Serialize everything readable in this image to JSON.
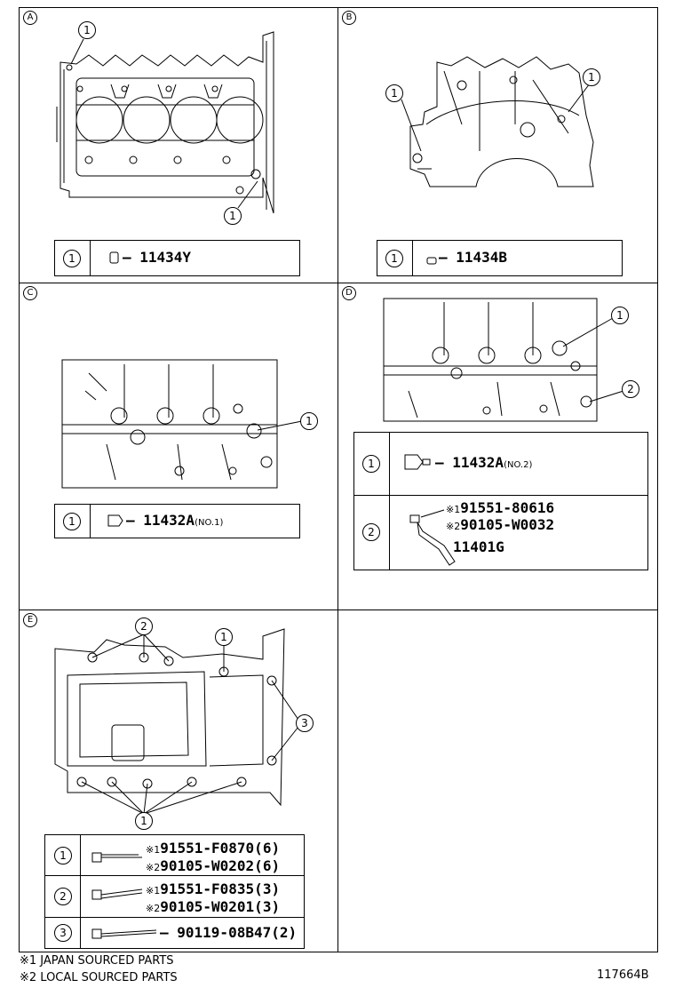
{
  "sections": {
    "A": {
      "letter": "A",
      "callout": "1",
      "part": "11434Y"
    },
    "B": {
      "letter": "B",
      "callout": "1",
      "part": "11434B"
    },
    "C": {
      "letter": "C",
      "callout": "1",
      "part": "11432A",
      "note": "(NO.1)"
    },
    "D": {
      "letter": "D",
      "rows": [
        {
          "callout": "1",
          "part": "11432A",
          "note": "(NO.2)"
        },
        {
          "callout": "2",
          "lines": [
            {
              "mark": "※1",
              "part": "91551-80616"
            },
            {
              "mark": "※2",
              "part": "90105-W0032"
            },
            {
              "mark": "",
              "part": "11401G"
            }
          ]
        }
      ]
    },
    "E": {
      "letter": "E",
      "rows": [
        {
          "callout": "1",
          "lines": [
            {
              "mark": "※1",
              "part": "91551-F0870(6)"
            },
            {
              "mark": "※2",
              "part": "90105-W0202(6)"
            }
          ]
        },
        {
          "callout": "2",
          "lines": [
            {
              "mark": "※1",
              "part": "91551-F0835(3)"
            },
            {
              "mark": "※2",
              "part": "90105-W0201(3)"
            }
          ]
        },
        {
          "callout": "3",
          "lines": [
            {
              "mark": "",
              "part": "90119-08B47(2)"
            }
          ]
        }
      ]
    }
  },
  "footnotes": [
    "※1 JAPAN SOURCED PARTS",
    "※2 LOCAL SOURCED PARTS"
  ],
  "drawing_number": "117664B"
}
